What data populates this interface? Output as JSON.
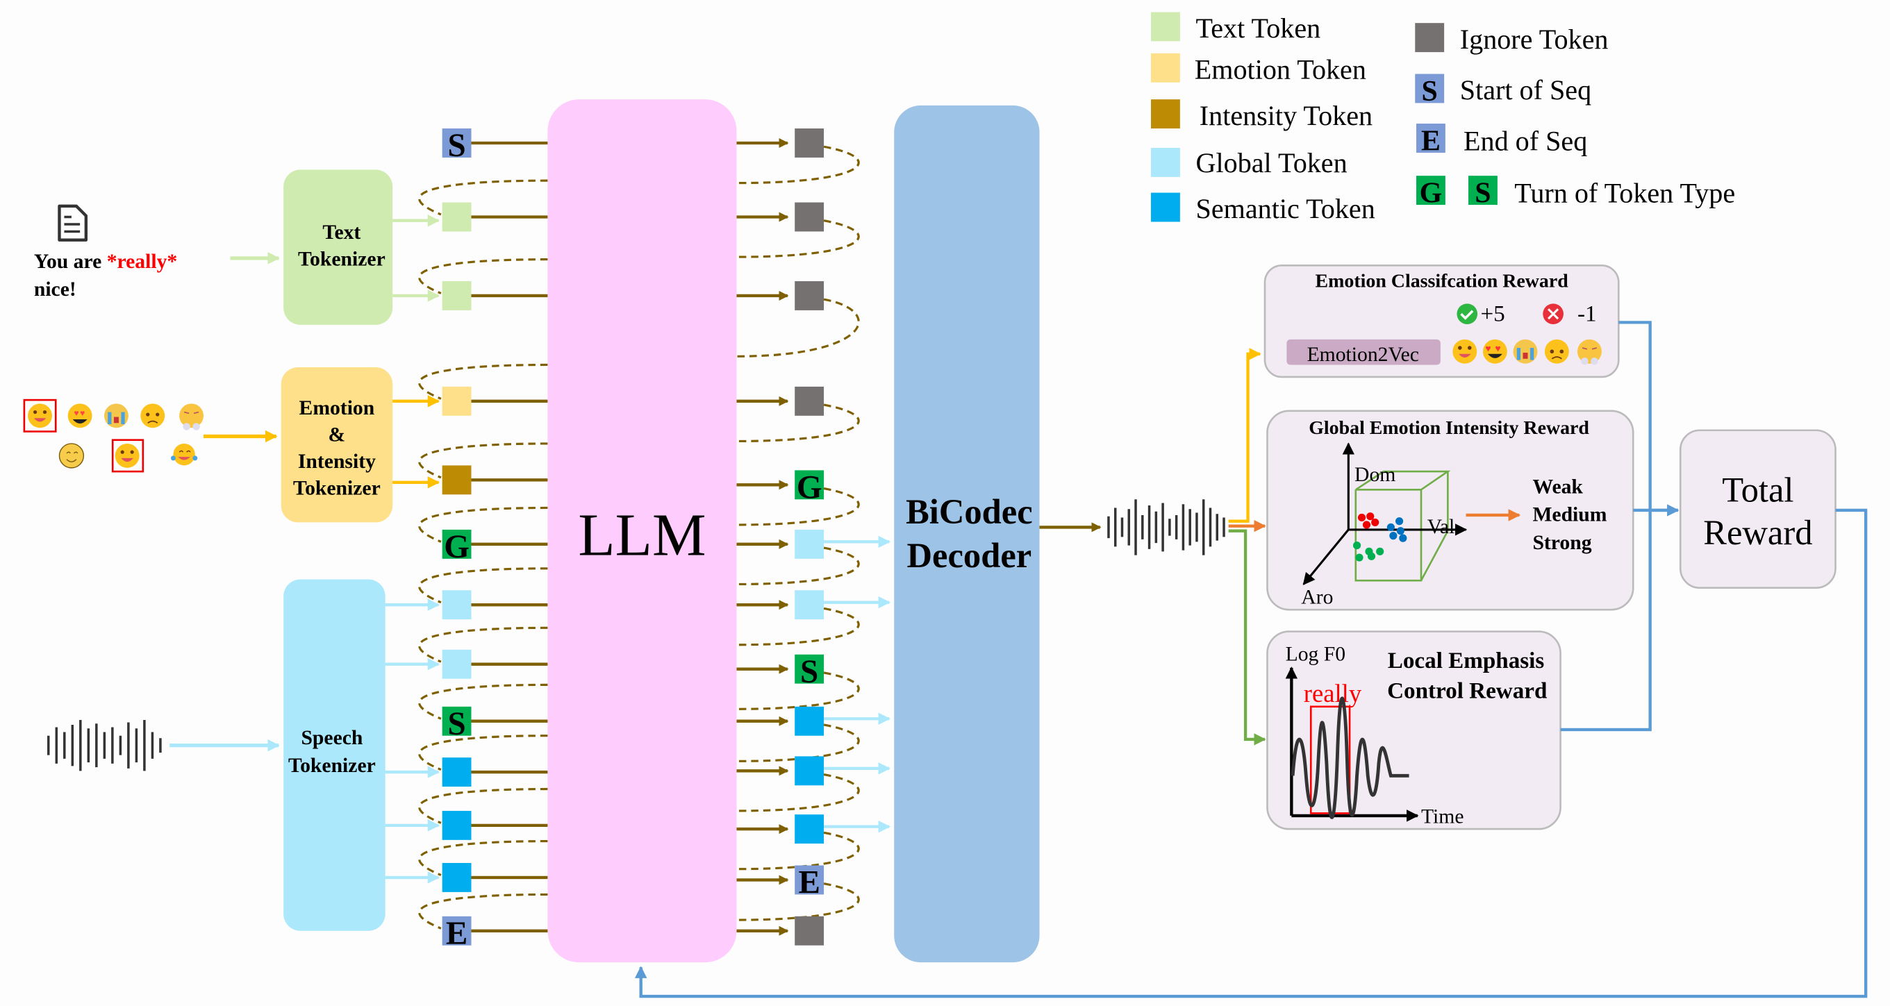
{
  "colors": {
    "text_token": "#d0ebb0",
    "emotion_token": "#fde089",
    "intensity_token": "#bd8c04",
    "global_token": "#abe8fb",
    "semantic_token": "#00aeef",
    "ignore_token": "#767171",
    "seq_marker": "#7b9ad6",
    "turn_marker": "#00b050",
    "llm": "#fecdfe",
    "decoder": "#9dc3e6",
    "reward_box": "#f2ebf3",
    "emotion2vec": "#cbaac6",
    "arrow_brown": "#7f6000",
    "arrow_yellow": "#ffc000",
    "arrow_orange": "#ed7d31",
    "arrow_green": "#70ad47",
    "arrow_blue": "#5b9bd5",
    "arrow_lightblue": "#abe8fb",
    "arrow_lightgreen": "#d0ebb0",
    "highlight_red": "#ff0000"
  },
  "legend": {
    "items": [
      {
        "label": "Text Token",
        "kind": "text_token"
      },
      {
        "label": "Emotion Token",
        "kind": "emotion_token"
      },
      {
        "label": "Intensity Token",
        "kind": "intensity_token"
      },
      {
        "label": "Global Token",
        "kind": "global_token"
      },
      {
        "label": "Semantic Token",
        "kind": "semantic_token"
      },
      {
        "label": "Ignore Token",
        "kind": "ignore_token"
      },
      {
        "label": "Start of Seq",
        "kind": "seq_marker",
        "glyph": "S"
      },
      {
        "label": "End of Seq",
        "kind": "seq_marker",
        "glyph": "E"
      },
      {
        "label": "Turn of Token Type",
        "kind": "turn_marker",
        "glyphs": [
          "G",
          "S"
        ]
      }
    ]
  },
  "inputs": {
    "text_line1_prefix": "You are ",
    "text_emph": "*really*",
    "text_line2": "nice!",
    "document_icon": "document-icon",
    "waveform_icon": "waveform-icon"
  },
  "tokenizers": {
    "text": [
      "Text",
      "Tokenizer"
    ],
    "emotion": [
      "Emotion",
      "&",
      "Intensity",
      "Tokenizer"
    ],
    "speech": [
      "Speech",
      "Tokenizer"
    ]
  },
  "llm": {
    "label": "LLM"
  },
  "decoder": {
    "label_line1": "BiCodec",
    "label_line2": "Decoder"
  },
  "input_sequence": [
    {
      "kind": "seq_marker",
      "glyph": "S"
    },
    {
      "kind": "text_token"
    },
    {
      "kind": "text_token"
    },
    {
      "kind": "emotion_token"
    },
    {
      "kind": "intensity_token"
    },
    {
      "kind": "turn_marker",
      "glyph": "G"
    },
    {
      "kind": "global_token"
    },
    {
      "kind": "global_token"
    },
    {
      "kind": "turn_marker",
      "glyph": "S"
    },
    {
      "kind": "semantic_token"
    },
    {
      "kind": "semantic_token"
    },
    {
      "kind": "semantic_token"
    },
    {
      "kind": "seq_marker",
      "glyph": "E"
    }
  ],
  "output_sequence": [
    {
      "kind": "ignore_token"
    },
    {
      "kind": "ignore_token"
    },
    {
      "kind": "ignore_token"
    },
    {
      "kind": "ignore_token"
    },
    {
      "kind": "turn_marker",
      "glyph": "G"
    },
    {
      "kind": "global_token"
    },
    {
      "kind": "global_token"
    },
    {
      "kind": "turn_marker",
      "glyph": "S"
    },
    {
      "kind": "semantic_token"
    },
    {
      "kind": "semantic_token"
    },
    {
      "kind": "semantic_token"
    },
    {
      "kind": "seq_marker",
      "glyph": "E"
    },
    {
      "kind": "ignore_token"
    }
  ],
  "rewards": {
    "emotion_classification": {
      "title": "Emotion Classifcation Reward",
      "correct_value": "+5",
      "wrong_value": "-1",
      "model_label": "Emotion2Vec",
      "emojis": [
        "grinning",
        "heart-eyes",
        "crying",
        "sad",
        "angry"
      ]
    },
    "global_intensity": {
      "title": "Global Emotion Intensity Reward",
      "axis_dom": "Dom",
      "axis_val": "Val",
      "axis_aro": "Aro",
      "levels": [
        "Weak",
        "Medium",
        "Strong"
      ]
    },
    "local_emphasis": {
      "title_line1": "Local Emphasis",
      "title_line2": "Control Reward",
      "y_label": "Log F0",
      "x_label": "Time",
      "highlight_word": "really"
    },
    "total": {
      "line1": "Total",
      "line2": "Reward"
    }
  }
}
